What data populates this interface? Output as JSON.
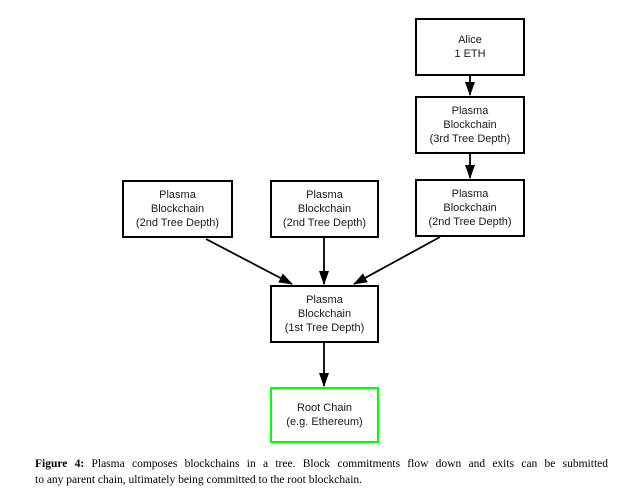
{
  "diagram": {
    "nodes": {
      "alice": {
        "lines": [
          "Alice",
          "1 ETH"
        ]
      },
      "plasma_3rd": {
        "lines": [
          "Plasma",
          "Blockchain",
          "(3rd Tree Depth)"
        ]
      },
      "plasma_2nd_left": {
        "lines": [
          "Plasma",
          "Blockchain",
          "(2nd Tree Depth)"
        ]
      },
      "plasma_2nd_mid": {
        "lines": [
          "Plasma",
          "Blockchain",
          "(2nd Tree Depth)"
        ]
      },
      "plasma_2nd_right": {
        "lines": [
          "Plasma",
          "Blockchain",
          "(2nd Tree Depth)"
        ]
      },
      "plasma_1st": {
        "lines": [
          "Plasma",
          "Blockchain",
          "(1st Tree Depth)"
        ]
      },
      "root_chain": {
        "lines": [
          "Root Chain",
          "(e.g. Ethereum)"
        ]
      }
    },
    "edges": [
      {
        "from": "alice",
        "to": "plasma_3rd"
      },
      {
        "from": "plasma_3rd",
        "to": "plasma_2nd_right"
      },
      {
        "from": "plasma_2nd_left",
        "to": "plasma_1st"
      },
      {
        "from": "plasma_2nd_mid",
        "to": "plasma_1st"
      },
      {
        "from": "plasma_2nd_right",
        "to": "plasma_1st"
      },
      {
        "from": "plasma_1st",
        "to": "root_chain"
      }
    ],
    "colors": {
      "box_border": "#000000",
      "root_chain_border": "#00ff00",
      "arrow": "#000000"
    }
  },
  "caption": {
    "label": "Figure 4:",
    "line1": "Plasma composes blockchains in a tree. Block commitments flow down and exits can be submitted",
    "line2": "to any parent chain, ultimately being committed to the root blockchain.",
    "full_text": "Figure 4: Plasma composes blockchains in a tree. Block commitments flow down and exits can be submitted to any parent chain, ultimately being committed to the root blockchain."
  }
}
